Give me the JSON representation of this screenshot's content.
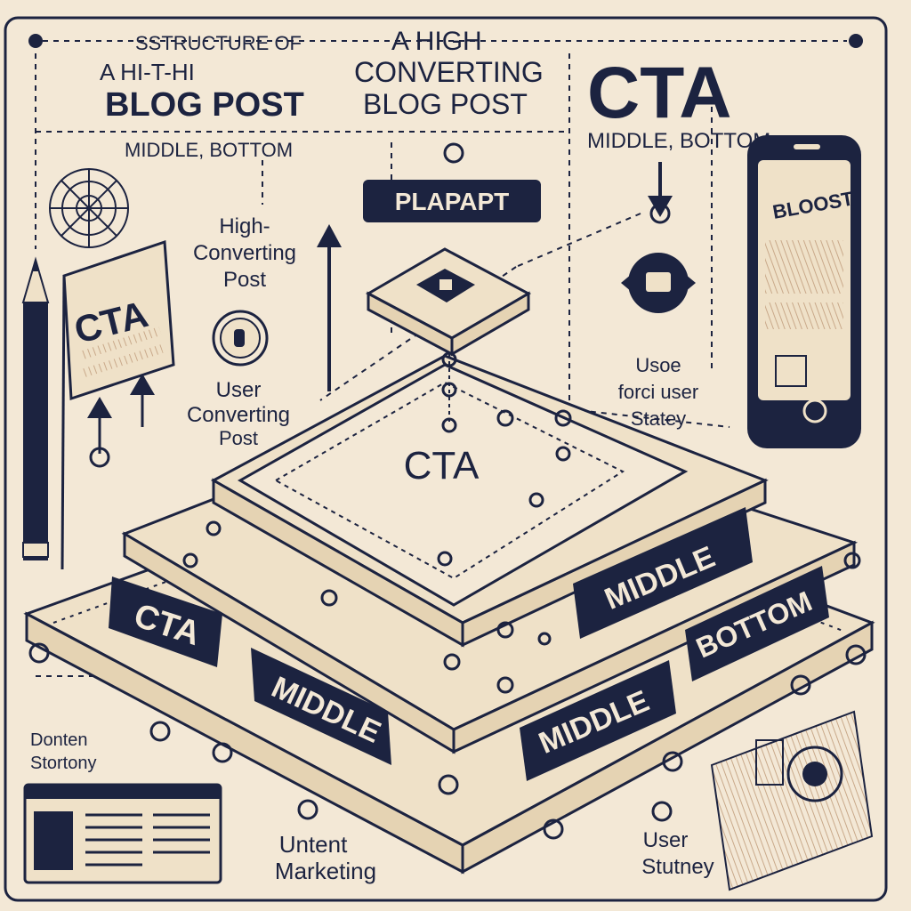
{
  "header": {
    "line1": "SSTRUCTURE OF",
    "line2": "A HI-T-HI",
    "line3": "BLOG POST",
    "line4": "A HIGH",
    "line5": "CONVERTING",
    "line6": "BLOG POST",
    "sub_left": "MIDDLE, BOTTOM",
    "cta_big": "CTA",
    "sub_right": "MIDDLE, BOTTOM"
  },
  "labels": {
    "plapact": "PLAPAPT",
    "high_converting_1": "High-",
    "high_converting_2": "Converting",
    "high_converting_3": "Post",
    "user_converting_1": "User",
    "user_converting_2": "Converting",
    "user_converting_3": "Post",
    "usoe_1": "Usoe",
    "usoe_2": "forci user",
    "usoe_3": "Statey",
    "cta_sign": "CTA",
    "phone_header": "BLOOST",
    "content_strategy_1": "Donten",
    "content_strategy_2": "Stortony",
    "untent_1": "Untent",
    "untent_2": "Marketing",
    "user_strategy_1": "User",
    "user_strategy_2": "Stutney"
  },
  "layers": {
    "top_label": "CTA",
    "cta_tag": "CTA",
    "middle_tag_right": "MIDDLE",
    "middle_tag_left": "MIDDLE",
    "middle_tag_center": "MIDDLE",
    "bottom_tag": "BOTTOM"
  },
  "colors": {
    "ink": "#1c2340",
    "paper": "#f3e8d6",
    "panel": "#efe1c8"
  }
}
